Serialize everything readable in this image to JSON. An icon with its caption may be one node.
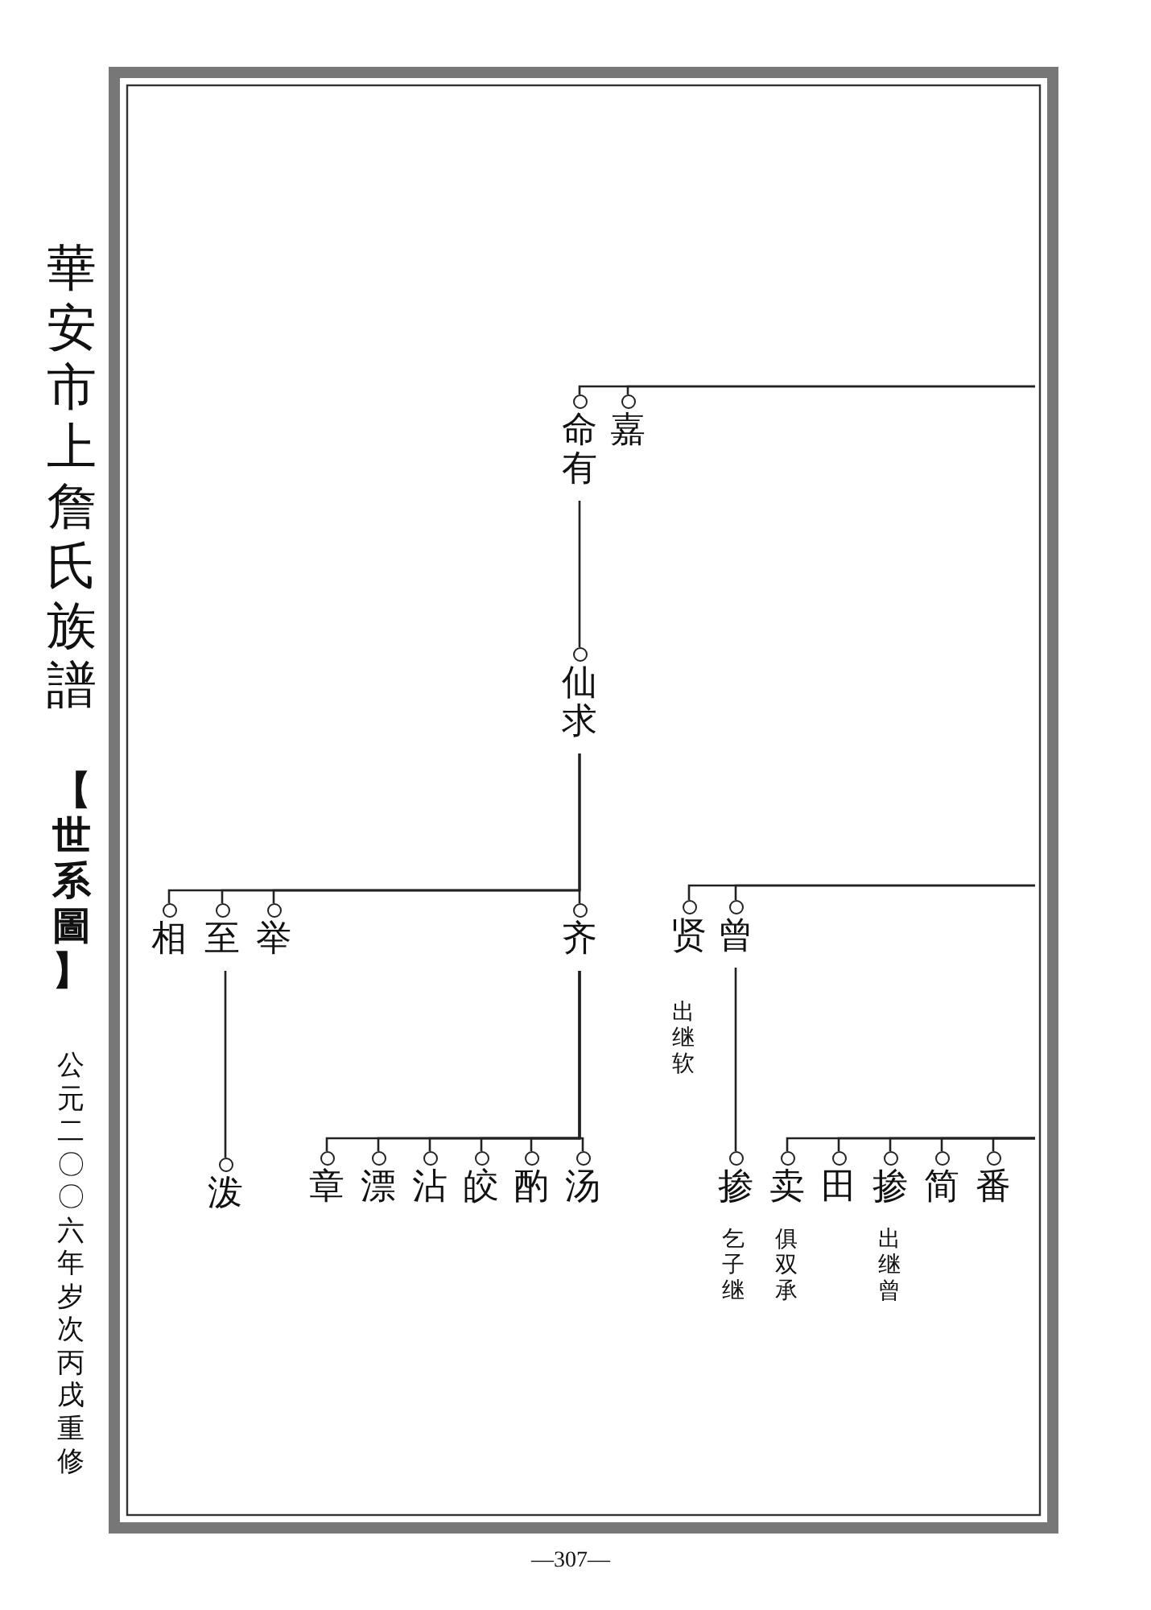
{
  "diagram": {
    "title": "華安市上詹氏族譜",
    "nodes": [
      {
        "text": [
          "命有"
        ]
      },
      {
        "text": [
          "嘉"
        ]
      },
      {
        "text": [
          "仙求"
        ]
      },
      {
        "text": [
          "相"
        ]
      },
      {
        "text": [
          "至"
        ]
      },
      {
        "text": [
          "举"
        ]
      },
      {
        "text": [
          "齐"
        ]
      },
      {
        "text": [
          "贤"
        ],
        "beside": [
          "出继软"
        ]
      },
      {
        "text": [
          "曾"
        ]
      },
      {
        "text": [
          "泼"
        ]
      },
      {
        "text": [
          "章"
        ]
      },
      {
        "text": [
          "漂"
        ]
      },
      {
        "text": [
          "沾"
        ]
      },
      {
        "text": [
          "皎"
        ]
      },
      {
        "text": [
          "酌"
        ]
      },
      {
        "text": [
          "汤"
        ]
      },
      {
        "text": [
          "掺"
        ],
        "beside": [
          "乞子继"
        ]
      },
      {
        "text": [
          "卖"
        ],
        "beside": [
          "俱双承"
        ]
      },
      {
        "text": [
          "田"
        ]
      },
      {
        "text": [
          "掺"
        ],
        "beside": [
          "出继曾"
        ]
      },
      {
        "text": [
          "简"
        ]
      },
      {
        "text": [
          "番"
        ]
      }
    ],
    "edges": [
      {
        "from": null,
        "to": 0,
        "arrow": "none"
      },
      {
        "from": null,
        "to": 1,
        "arrow": "none"
      },
      {
        "from": 0,
        "to": 2,
        "arrow": "none"
      },
      {
        "from": 2,
        "to": 3,
        "arrow": "none"
      },
      {
        "from": 2,
        "to": 4,
        "arrow": "none"
      },
      {
        "from": 2,
        "to": 5,
        "arrow": "none"
      },
      {
        "from": 2,
        "to": 6,
        "arrow": "none"
      },
      {
        "from": null,
        "to": 7,
        "arrow": "none"
      },
      {
        "from": null,
        "to": 8,
        "arrow": "none"
      },
      {
        "from": 4,
        "to": 9,
        "arrow": "none"
      },
      {
        "from": 6,
        "to": 10,
        "arrow": "none"
      },
      {
        "from": 6,
        "to": 11,
        "arrow": "none"
      },
      {
        "from": 6,
        "to": 12,
        "arrow": "none"
      },
      {
        "from": 6,
        "to": 13,
        "arrow": "none"
      },
      {
        "from": 6,
        "to": 14,
        "arrow": "none"
      },
      {
        "from": 6,
        "to": 15,
        "arrow": "none"
      },
      {
        "from": 8,
        "to": 16,
        "arrow": "none"
      },
      {
        "from": null,
        "to": 17,
        "arrow": "none"
      },
      {
        "from": null,
        "to": 18,
        "arrow": "none"
      },
      {
        "from": null,
        "to": 19,
        "arrow": "none"
      },
      {
        "from": null,
        "to": 20,
        "arrow": "none"
      },
      {
        "from": null,
        "to": 21,
        "arrow": "none"
      }
    ],
    "labels": [
      "【世系圖】",
      "公元二〇〇六年岁次丙戌重修",
      "—307—"
    ]
  }
}
